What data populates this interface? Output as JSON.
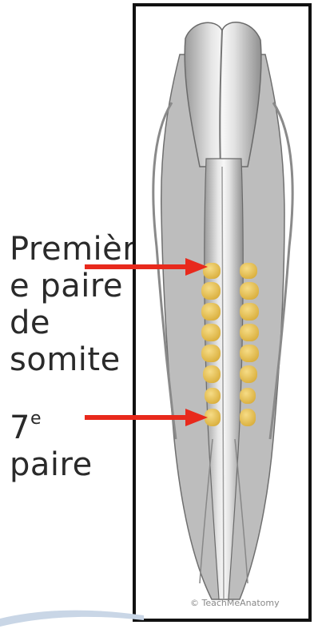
{
  "labels": {
    "first_pair": [
      "Premièr",
      "e paire",
      "de",
      "somite"
    ],
    "seventh_pair": {
      "number": "7",
      "superscript": "e",
      "word": "paire"
    }
  },
  "colors": {
    "arrow": "#e8291c",
    "somite": "#e9c55a",
    "frame": "#111111"
  },
  "copyright": "© TeachMeAnatomy"
}
